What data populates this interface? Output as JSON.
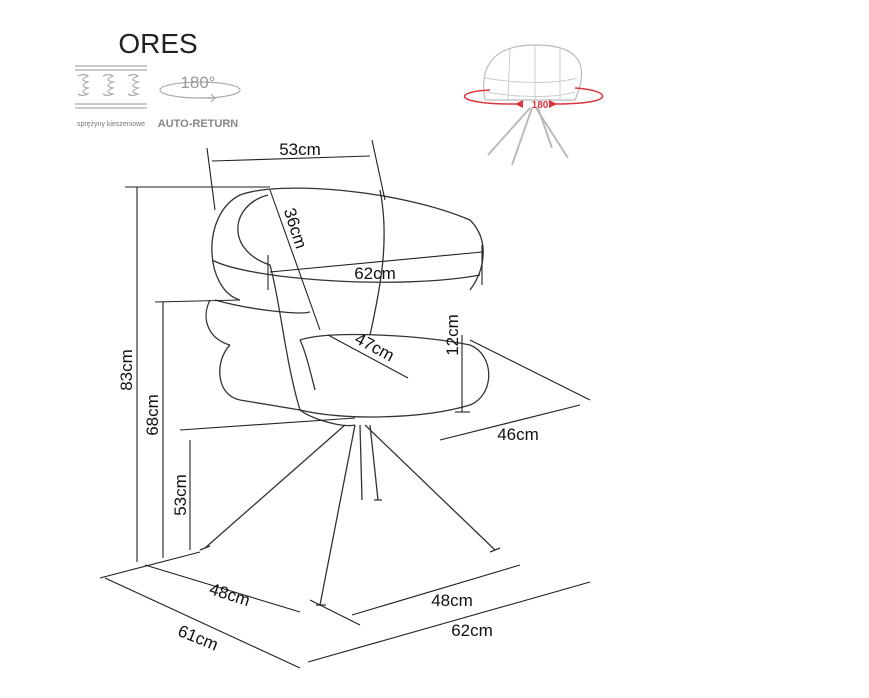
{
  "product": {
    "name": "ORES"
  },
  "features": {
    "springs_label": "sprężyny kieszeniowe",
    "rotation_angle": "180°",
    "auto_return_label": "AUTO-RETURN"
  },
  "swivel_preview": {
    "angle_label": "180°",
    "accent_color": "#d9363e"
  },
  "dimensions": {
    "seat_top_width": "53cm",
    "backrest_depth": "36cm",
    "total_width": "62cm",
    "seat_cushion_height": "12cm",
    "seat_depth": "47cm",
    "seat_front_depth": "46cm",
    "total_height": "83cm",
    "armrest_height": "68cm",
    "seat_height": "53cm",
    "base_left": "48cm",
    "base_right": "48cm",
    "footprint_depth": "61cm",
    "footprint_width": "62cm"
  }
}
